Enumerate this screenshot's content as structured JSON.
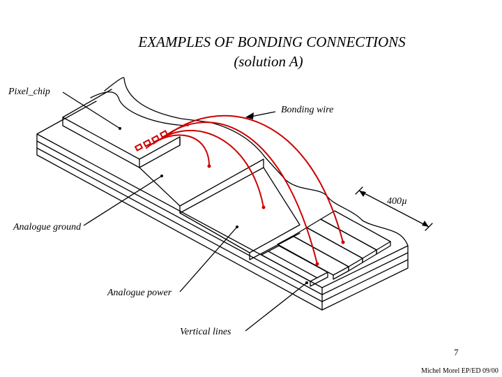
{
  "title": {
    "line1": "EXAMPLES OF BONDING CONNECTIONS",
    "line2": "(solution A)"
  },
  "labels": {
    "pixel_chip": "Pixel_chip",
    "bonding_wire": "Bonding wire",
    "dimension": "400µ",
    "analogue_ground": "Analogue ground",
    "analogue_power": "Analogue power",
    "vertical_lines": "Vertical lines"
  },
  "footer": {
    "page_number": "7",
    "credit": "Michel Morel EP/ED 09/00"
  },
  "colors": {
    "wire": "#cc0000",
    "outline": "#000000"
  }
}
